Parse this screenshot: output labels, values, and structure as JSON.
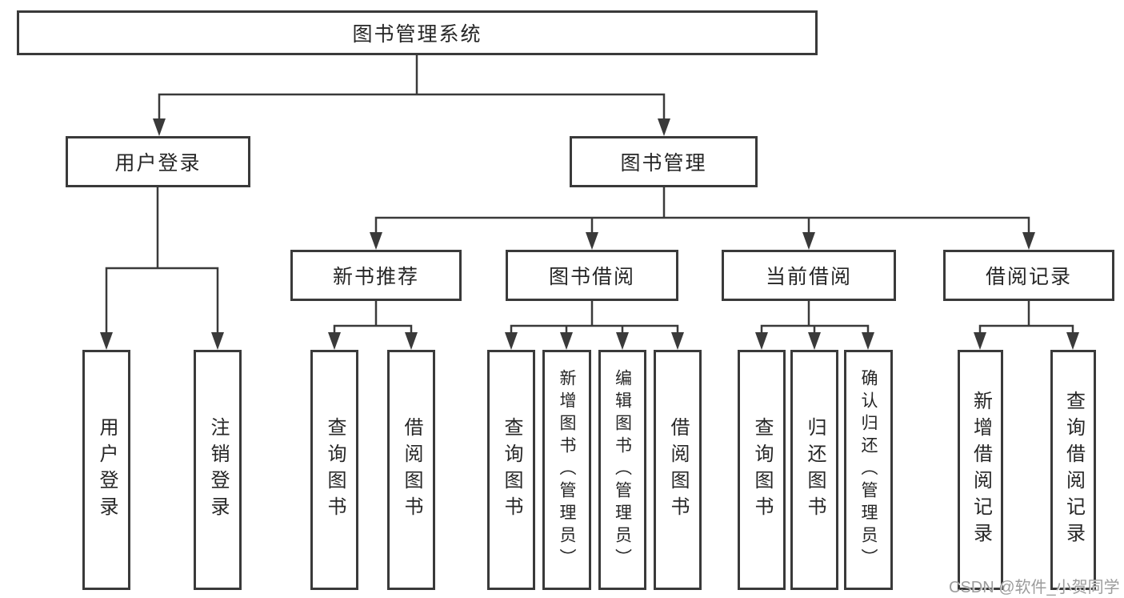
{
  "tree": {
    "root": {
      "label": "图书管理系统"
    },
    "level2": [
      {
        "label": "用户登录"
      },
      {
        "label": "图书管理"
      }
    ],
    "level3": [
      {
        "label": "新书推荐",
        "parent": "图书管理"
      },
      {
        "label": "图书借阅",
        "parent": "图书管理"
      },
      {
        "label": "当前借阅",
        "parent": "图书管理"
      },
      {
        "label": "借阅记录",
        "parent": "图书管理"
      }
    ],
    "leaves": [
      {
        "label": "用户登录",
        "parent": "用户登录"
      },
      {
        "label": "注销登录",
        "parent": "用户登录"
      },
      {
        "label": "查询图书",
        "parent": "新书推荐"
      },
      {
        "label": "借阅图书",
        "parent": "新书推荐"
      },
      {
        "label": "查询图书",
        "parent": "图书借阅"
      },
      {
        "label": "新增图书（管理员）",
        "parent": "图书借阅"
      },
      {
        "label": "编辑图书（管理员）",
        "parent": "图书借阅"
      },
      {
        "label": "借阅图书",
        "parent": "图书借阅"
      },
      {
        "label": "查询图书",
        "parent": "当前借阅"
      },
      {
        "label": "归还图书",
        "parent": "当前借阅"
      },
      {
        "label": "确认归还（管理员）",
        "parent": "当前借阅"
      },
      {
        "label": "新增借阅记录",
        "parent": "借阅记录"
      },
      {
        "label": "查询借阅记录",
        "parent": "借阅记录"
      }
    ]
  },
  "watermark": {
    "text": "CSDN @软件_小贺同学"
  },
  "colors": {
    "line": "#3a3a3a",
    "box_border": "#3a3a3a",
    "box_background": "#ffffff",
    "text": "#262626",
    "watermark": "#9c9c9c"
  }
}
